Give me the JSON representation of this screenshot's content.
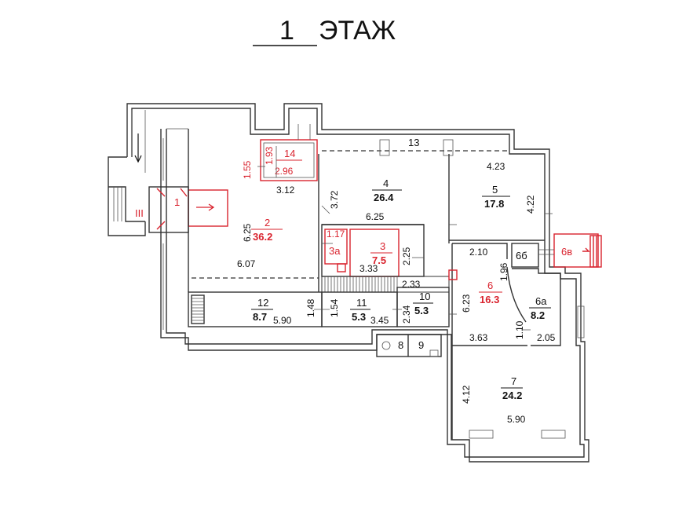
{
  "title": {
    "floor_number": "1",
    "floor_word": "ЭТАЖ"
  },
  "rooms": {
    "r1": {
      "label": "1"
    },
    "r2": {
      "label": "2",
      "area": "36.2"
    },
    "r3": {
      "label": "3",
      "area": "7.5"
    },
    "r3a": {
      "label": "3а"
    },
    "r4": {
      "label": "4",
      "area": "26.4"
    },
    "r5": {
      "label": "5",
      "area": "17.8"
    },
    "r6": {
      "label": "6",
      "area": "16.3"
    },
    "r6a": {
      "label": "6а",
      "area": "8.2"
    },
    "r6b": {
      "label": "6б"
    },
    "r6v": {
      "label": "6в"
    },
    "r7": {
      "label": "7",
      "area": "24.2"
    },
    "r8": {
      "label": "8"
    },
    "r9": {
      "label": "9"
    },
    "r10": {
      "label": "10",
      "area": "5.3"
    },
    "r11": {
      "label": "11",
      "area": "5.3"
    },
    "r12": {
      "label": "12",
      "area": "8.7"
    },
    "r13": {
      "label": "13"
    },
    "r14": {
      "label": "14"
    }
  },
  "stair_label": "III",
  "dimensions": {
    "d155": "1.55",
    "d193": "1.93",
    "d296": "2.96",
    "d312": "3.12",
    "d372": "3.72",
    "d625a": "6.25",
    "d625b": "6.25",
    "d607": "6.07",
    "d117": "1.17",
    "d225": "2.25",
    "d333": "3.33",
    "d423": "4.23",
    "d422": "4.22",
    "d210": "2.10",
    "d196": "1.96",
    "d233": "2.33",
    "d623": "6.23",
    "d110": "1.10",
    "d363": "3.63",
    "d205": "2.05",
    "d148": "1.48",
    "d154": "1.54",
    "d590a": "5.90",
    "d345": "3.45",
    "d234": "2.34",
    "d412": "4.12",
    "d590b": "5.90"
  }
}
